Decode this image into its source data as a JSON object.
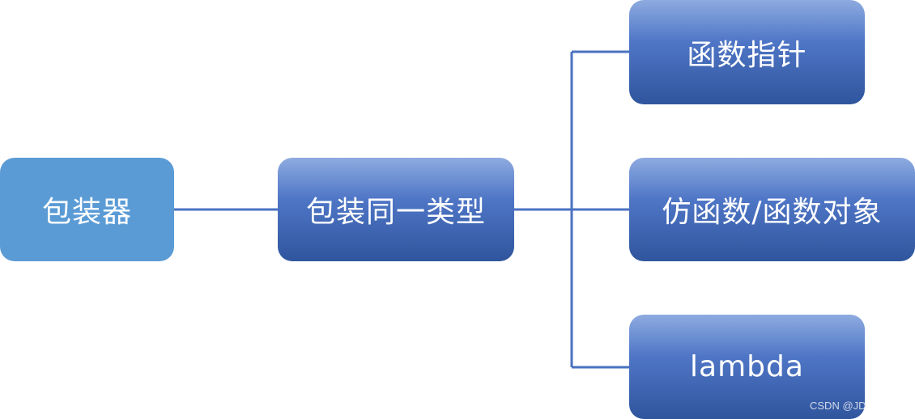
{
  "nodes": {
    "wrapper": "包装器",
    "wrap_same_type": "包装同一类型",
    "function_pointer": "函数指针",
    "functor": "仿函数/函数对象",
    "lambda": "lambda"
  },
  "watermark": "CSDN @JD",
  "colors": {
    "root_fill": "#5b9bd5",
    "gradient_top": "#8eabe0",
    "gradient_mid": "#4f76c6",
    "gradient_bottom": "#2f559d",
    "connector": "#4a72c0"
  }
}
